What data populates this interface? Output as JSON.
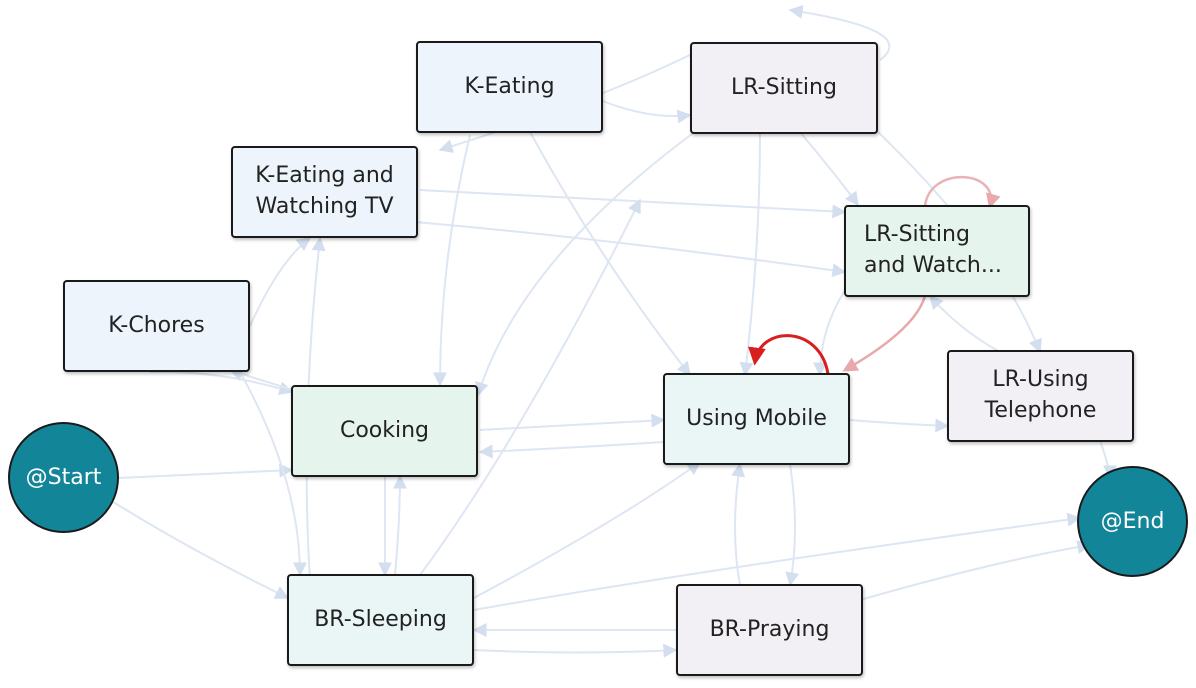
{
  "nodes": {
    "k_eating": "K-Eating",
    "lr_sitting": "LR-Sitting",
    "k_eating_tv": [
      "K-Eating and",
      "Watching TV"
    ],
    "lr_sitting_watch": [
      "LR-Sitting",
      "and Watch..."
    ],
    "k_chores": "K-Chores",
    "cooking": "Cooking",
    "using_mobile": "Using Mobile",
    "lr_telephone": [
      "LR-Using",
      "Telephone"
    ],
    "start": "@Start",
    "end": "@End",
    "br_sleeping": "BR-Sleeping",
    "br_praying": "BR-Praying"
  },
  "colors": {
    "endpoint": "#138599",
    "faint_edge": "#dde6f2",
    "highlight_edge": "#d81e1e",
    "highlight_edge_soft": "#e7a8ab"
  }
}
